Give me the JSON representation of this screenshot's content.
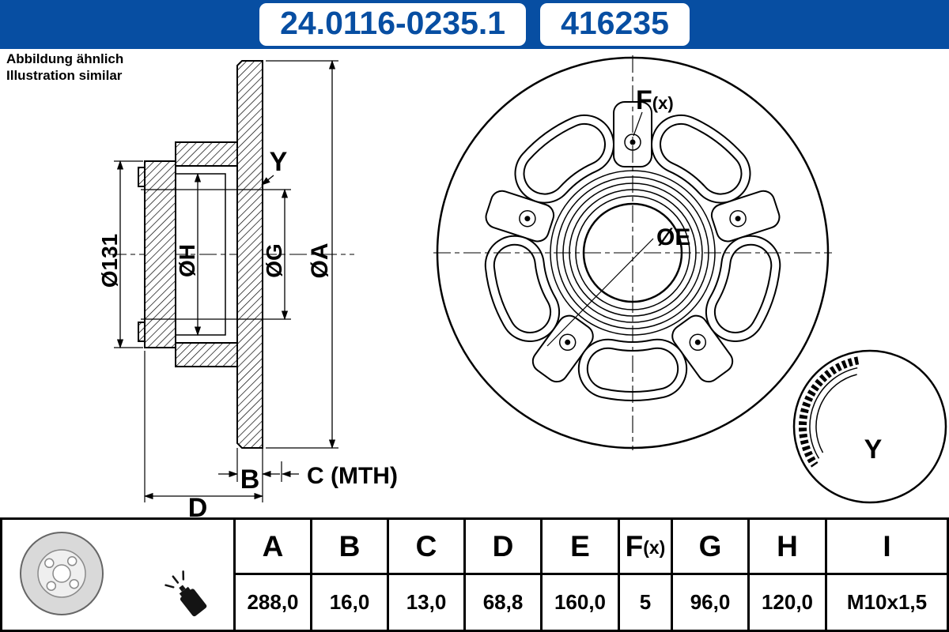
{
  "header": {
    "part_number": "24.0116-0235.1",
    "article_number": "416235"
  },
  "note": {
    "line1": "Abbildung ähnlich",
    "line2": "Illustration similar"
  },
  "drawing": {
    "section_labels": {
      "dia_131": "Ø131",
      "dia_h": "ØH",
      "dia_g": "ØG",
      "dia_a": "ØA",
      "y": "Y",
      "b": "B",
      "c": "C (MTH)",
      "d": "D"
    },
    "front_labels": {
      "f_main": "F",
      "f_sub": "(x)",
      "dia_e": "ØE"
    },
    "detail_labels": {
      "y": "Y"
    }
  },
  "table": {
    "columns": [
      {
        "h": "A",
        "v": "288,0"
      },
      {
        "h": "B",
        "v": "16,0"
      },
      {
        "h": "C",
        "v": "13,0"
      },
      {
        "h": "D",
        "v": "68,8"
      },
      {
        "h": "E",
        "v": "160,0"
      },
      {
        "h_main": "F",
        "h_sub": "(x)",
        "v": "5"
      },
      {
        "h": "G",
        "v": "96,0"
      },
      {
        "h": "H",
        "v": "120,0"
      },
      {
        "h": "I",
        "v": "M10x1,5"
      }
    ]
  },
  "colors": {
    "brand_blue": "#074ea2"
  }
}
